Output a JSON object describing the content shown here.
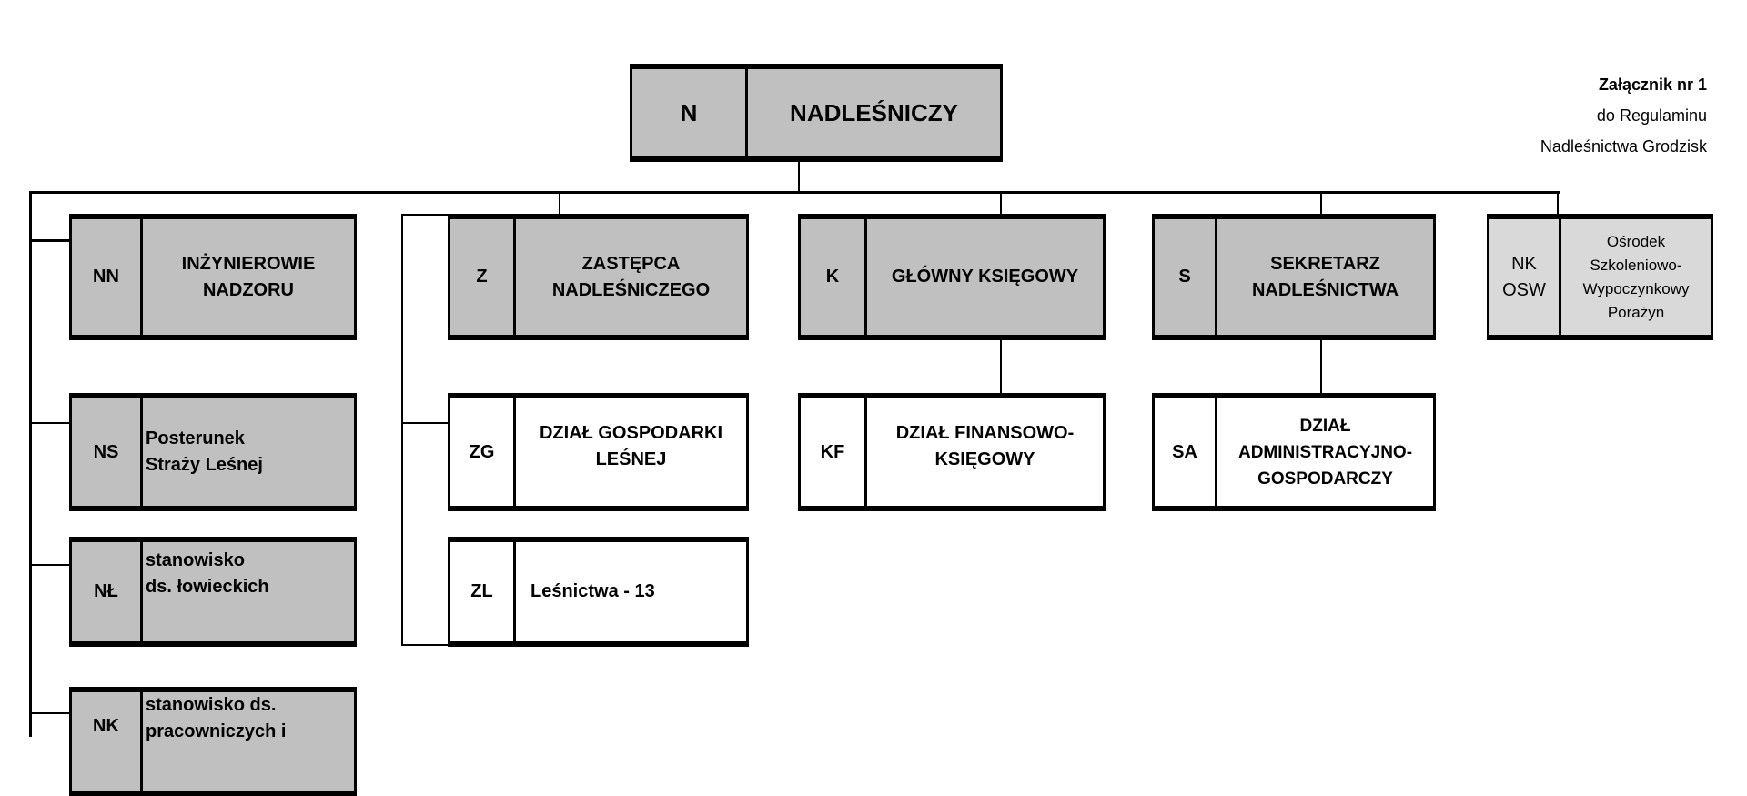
{
  "annotation": {
    "line1": "Załącznik nr 1",
    "line2": "do Regulaminu",
    "line3": "Nadleśnictwa Grodzisk"
  },
  "units": {
    "n": {
      "code": "N",
      "label": "NADLEŚNICZY"
    },
    "nn": {
      "code": "NN",
      "label": "INŻYNIEROWIE\nNADZORU"
    },
    "ns": {
      "code": "NS",
      "label": "Posterunek\nStraży Leśnej"
    },
    "nl": {
      "code": "NŁ",
      "label": "stanowisko\nds. łowieckich"
    },
    "nk": {
      "code": "NK",
      "label": "stanowisko ds.\npracowniczych i"
    },
    "z": {
      "code": "Z",
      "label": "ZASTĘPCA\nNADLEŚNICZEGO"
    },
    "zg": {
      "code": "ZG",
      "label": "DZIAŁ GOSPODARKI\nLEŚNEJ"
    },
    "zl": {
      "code": "ZL",
      "label": "Leśnictwa - 13"
    },
    "k": {
      "code": "K",
      "label": "GŁÓWNY KSIĘGOWY"
    },
    "kf": {
      "code": "KF",
      "label": "DZIAŁ FINANSOWO-\nKSIĘGOWY"
    },
    "s": {
      "code": "S",
      "label": "SEKRETARZ\nNADLEŚNICTWA"
    },
    "sa": {
      "code": "SA",
      "label": "DZIAŁ\nADMINISTRACYJNO-\nGOSPODARCZY"
    },
    "osw": {
      "code": "NK\nOSW",
      "label": "Ośrodek\nSzkoleniowo-\nWypoczynkowy\nPorażyn"
    }
  }
}
